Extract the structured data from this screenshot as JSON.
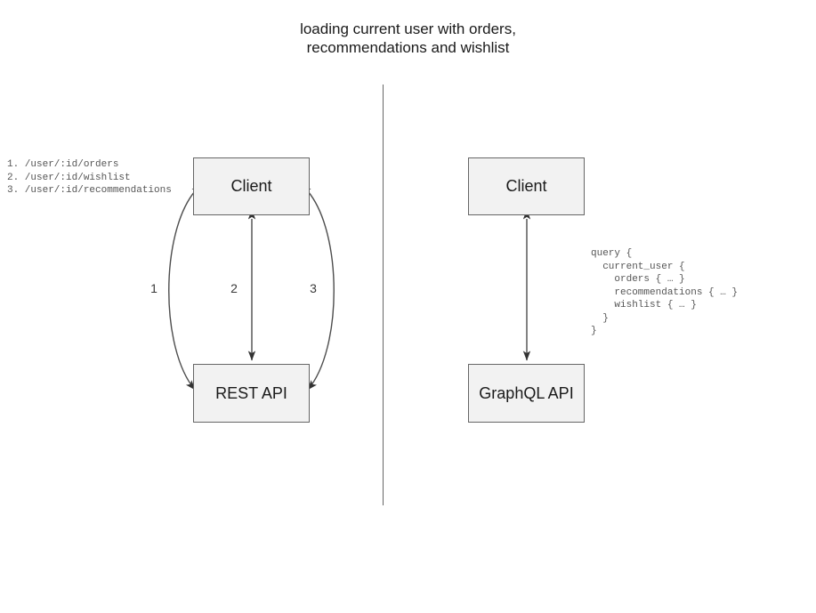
{
  "title": "loading current user with orders,\nrecommendations and wishlist",
  "divider": {
    "label": "panel-divider"
  },
  "rest_panel": {
    "client_node": "Client",
    "api_node": "REST API",
    "endpoint_list": "1. /user/:id/orders\n2. /user/:id/wishlist\n3. /user/:id/recommendations",
    "edges": [
      {
        "id": "1",
        "label": "1",
        "style": "curve-left",
        "arrows": "both"
      },
      {
        "id": "2",
        "label": "2",
        "style": "straight",
        "arrows": "both"
      },
      {
        "id": "3",
        "label": "3",
        "style": "curve-right",
        "arrows": "both"
      }
    ]
  },
  "graphql_panel": {
    "client_node": "Client",
    "api_node": "GraphQL API",
    "query": "query {\n  current_user {\n    orders { … }\n    recommendations { … }\n    wishlist { … }\n  }\n}",
    "edges": [
      {
        "id": "gql",
        "label": "",
        "style": "straight",
        "arrows": "both"
      }
    ]
  },
  "colors": {
    "node_fill": "#f2f2f2",
    "node_border": "#666666",
    "edge": "#4d4d4d",
    "text": "#1a1a1a",
    "code_text": "#555555",
    "divider": "#666666",
    "background": "#ffffff"
  }
}
